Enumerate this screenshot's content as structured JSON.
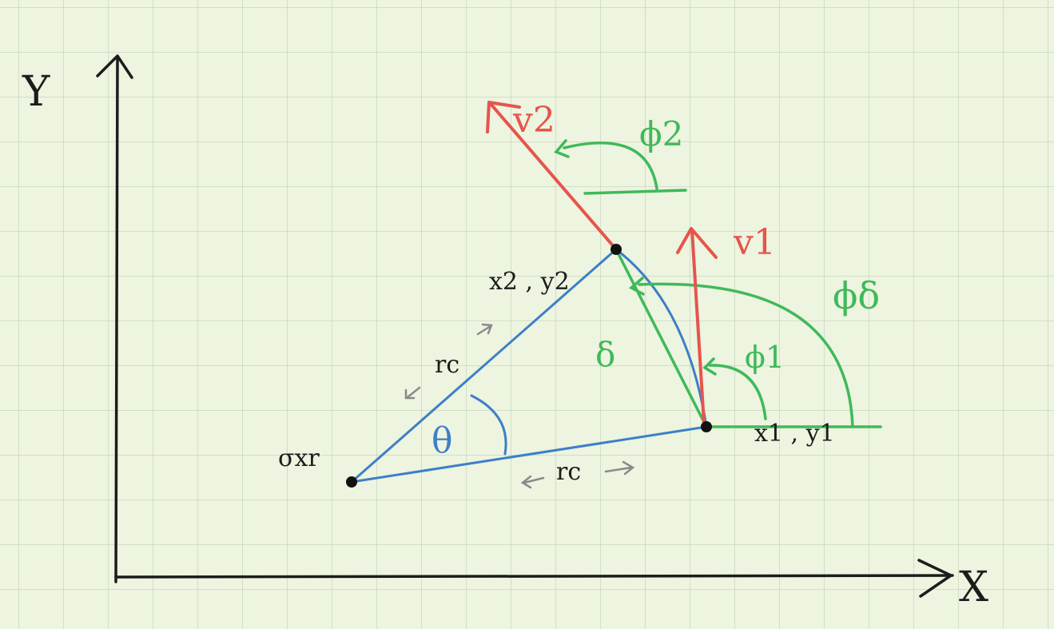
{
  "axes": {
    "x_label": "X",
    "y_label": "Y"
  },
  "points": {
    "origin_label": "σxr",
    "p1_label": "x1 , y1",
    "p2_label": "x2 , y2"
  },
  "vectors": {
    "v1_label": "v1",
    "v2_label": "v2"
  },
  "angles": {
    "phi1_label": "ϕ1",
    "phi2_label": "ϕ2",
    "phi_delta_label": "ϕδ",
    "theta_label": "θ"
  },
  "segments": {
    "delta_label": "δ",
    "rc_upper_label": "rc",
    "rc_lower_label": "rc"
  },
  "colors": {
    "ink": "#1c1c1c",
    "red": "#e5554c",
    "green": "#3fb95a",
    "blue": "#3d7fc7",
    "gray": "#8a8a8a",
    "paper": "#edf4df"
  }
}
